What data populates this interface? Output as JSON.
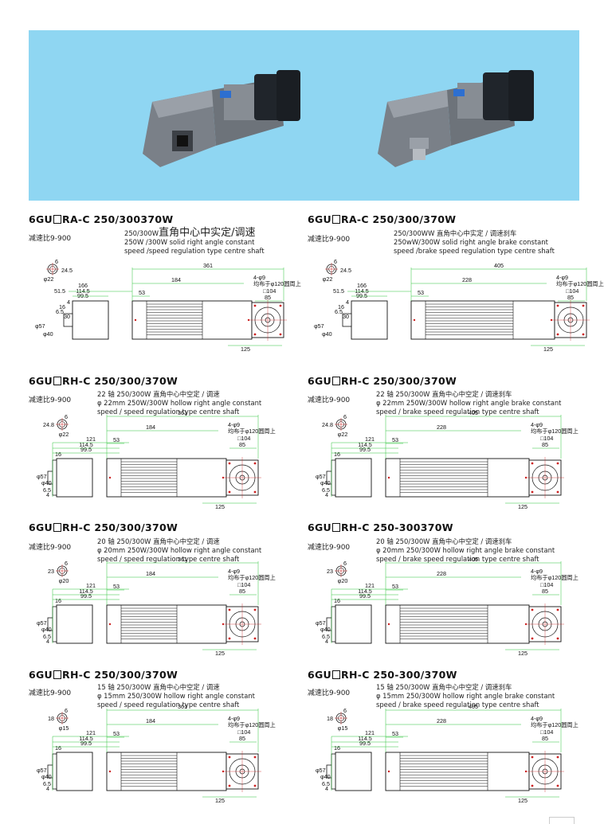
{
  "sections": [
    {
      "title_pre": "6GU",
      "title_post": "RA-C  250/300370W",
      "ratio": "减速比9-900",
      "desc": [
        "250/300W",
        "直角中心中实定/调速",
        "250W /300W solid right angle  constant",
        "speed /speed regulation type centre shaft"
      ],
      "dims": {
        "total": "361",
        "body": "184",
        "left": "53",
        "flange": "85",
        "square": "□104",
        "flange2": "125",
        "holes": "4-φ9",
        "pcd": "均布于φ120圆周上",
        "key": "6",
        "shaft_h": "24.5",
        "shaft_d": "φ22",
        "a": "166",
        "b": "114.5",
        "c": "99.5",
        "d": "51.5",
        "e": "4",
        "f": "16",
        "g": "6.5",
        "h": "30",
        "dia57": "φ57",
        "dia40": "φ40"
      }
    },
    {
      "title_pre": "6GU",
      "title_post": "RA-C  250/300/370W",
      "ratio": "减速比9-900",
      "desc": [
        "250/300WW 直角中心中实定 / 调速刹车",
        "",
        "250wW/300W solid right angle brake constant",
        "speed /brake speed regulation type centre shaft"
      ],
      "dims": {
        "total": "405",
        "body": "228",
        "left": "53",
        "flange": "85",
        "square": "□104",
        "flange2": "125",
        "holes": "4-φ9",
        "pcd": "均布于φ120圆周上",
        "key": "6",
        "shaft_h": "24.5",
        "shaft_d": "φ22",
        "a": "166",
        "b": "114.5",
        "c": "99.5",
        "d": "51.5",
        "e": "4",
        "f": "16",
        "g": "6.5",
        "h": "30",
        "dia57": "φ57",
        "dia40": "φ40"
      }
    },
    {
      "title_pre": "6GU",
      "title_post": "RH-C  250/300/370W",
      "ratio": "减速比9-900",
      "desc": [
        "22 轴 250/300W 直角中心中空定 / 调速",
        "φ 22mm 250W/300W hollow right angle  constant",
        "speed / speed regulation type centre shaft"
      ],
      "dims": {
        "total": "361",
        "body": "184",
        "left": "53",
        "flange": "85",
        "square": "□104",
        "flange2": "125",
        "holes": "4-φ9",
        "pcd": "均布于φ120圆周上",
        "key": "6",
        "shaft_h": "24.8",
        "shaft_d": "φ22",
        "a": "121",
        "b": "114.5",
        "c": "99.5",
        "f": "16",
        "g": "6.5",
        "e": "4",
        "dia57": "φ57",
        "dia40": "φ40"
      }
    },
    {
      "title_pre": "6GU",
      "title_post": "RH-C  250/300/370W",
      "ratio": "减速比9-900",
      "desc": [
        "22 轴 250/300W 直角中心中空定 / 调速刹车",
        "φ 22mm 250W/300W hollow right angle brake constant",
        "speed / brake speed regulation type centre shaft"
      ],
      "dims": {
        "total": "405",
        "body": "228",
        "left": "53",
        "flange": "85",
        "square": "□104",
        "flange2": "125",
        "holes": "4-φ9",
        "pcd": "均布于φ120圆周上",
        "key": "6",
        "shaft_h": "24.8",
        "shaft_d": "φ22",
        "a": "121",
        "b": "114.5",
        "c": "99.5",
        "f": "16",
        "g": "6.5",
        "e": "4",
        "dia57": "φ57",
        "dia40": "φ40"
      }
    },
    {
      "title_pre": "6GU",
      "title_post": "RH-C  250/300/370W",
      "ratio": "减速比9-900",
      "desc": [
        "20 轴 250/300W 直角中心中空定 / 调速",
        "φ 20mm 250W/300W hollow right angle  constant",
        "speed / speed regulation type centre shaft"
      ],
      "dims": {
        "total": "361",
        "body": "184",
        "left": "53",
        "flange": "85",
        "square": "□104",
        "flange2": "125",
        "holes": "4-φ9",
        "pcd": "均布于φ120圆周上",
        "key": "6",
        "shaft_h": "23",
        "shaft_d": "φ20",
        "a": "121",
        "b": "114.5",
        "c": "99.5",
        "f": "16",
        "g": "6.5",
        "e": "4",
        "dia57": "φ57",
        "dia40": "φ40"
      }
    },
    {
      "title_pre": "6GU",
      "title_post": "RH-C  250-300370W",
      "ratio": "减速比9-900",
      "desc": [
        "20 轴 250/300W 直角中心中空定 / 调速刹车",
        "φ 20mm 250/300W hollow right angle  brake constant",
        "speed / brake speed regulation type centre shaft"
      ],
      "dims": {
        "total": "405",
        "body": "228",
        "left": "53",
        "flange": "85",
        "square": "□104",
        "flange2": "125",
        "holes": "4-φ9",
        "pcd": "均布于φ120圆周上",
        "key": "6",
        "shaft_h": "23",
        "shaft_d": "φ20",
        "a": "121",
        "b": "114.5",
        "c": "99.5",
        "f": "16",
        "g": "6.5",
        "e": "4",
        "dia57": "φ57",
        "dia40": "φ40"
      }
    },
    {
      "title_pre": "6GU",
      "title_post": "RH-C  250/300/370W",
      "ratio": "减速比9-900",
      "desc": [
        "15 轴 250/300W 直角中心中空定 / 调速",
        "φ 15mm 250/300W hollow right angle  constant",
        "speed / speed regulation type centre shaft"
      ],
      "dims": {
        "total": "361",
        "body": "184",
        "left": "53",
        "flange": "85",
        "square": "□104",
        "flange2": "125",
        "holes": "4-φ9",
        "pcd": "均布于φ120圆周上",
        "key": "6",
        "shaft_h": "18",
        "shaft_d": "φ15",
        "a": "121",
        "b": "114.5",
        "c": "99.5",
        "f": "16",
        "g": "6.5",
        "e": "4",
        "dia57": "φ57",
        "dia40": "φ40"
      }
    },
    {
      "title_pre": "6GU",
      "title_post": "RH-C  250-300/370W",
      "ratio": "减速比9-900",
      "desc": [
        "15 轴 250/300W 直角中心中空定 / 调速刹车",
        "φ 15mm 250/300W hollow right angle  brake constant",
        "speed / brake speed regulation type centre shaft"
      ],
      "dims": {
        "total": "405",
        "body": "228",
        "left": "53",
        "flange": "85",
        "square": "□104",
        "flange2": "125",
        "holes": "4-φ9",
        "pcd": "均布于φ120圆周上",
        "key": "6",
        "shaft_h": "18",
        "shaft_d": "φ15",
        "a": "121",
        "b": "114.5",
        "c": "99.5",
        "f": "16",
        "g": "6.5",
        "e": "4",
        "dia57": "φ57",
        "dia40": "φ40"
      }
    }
  ]
}
